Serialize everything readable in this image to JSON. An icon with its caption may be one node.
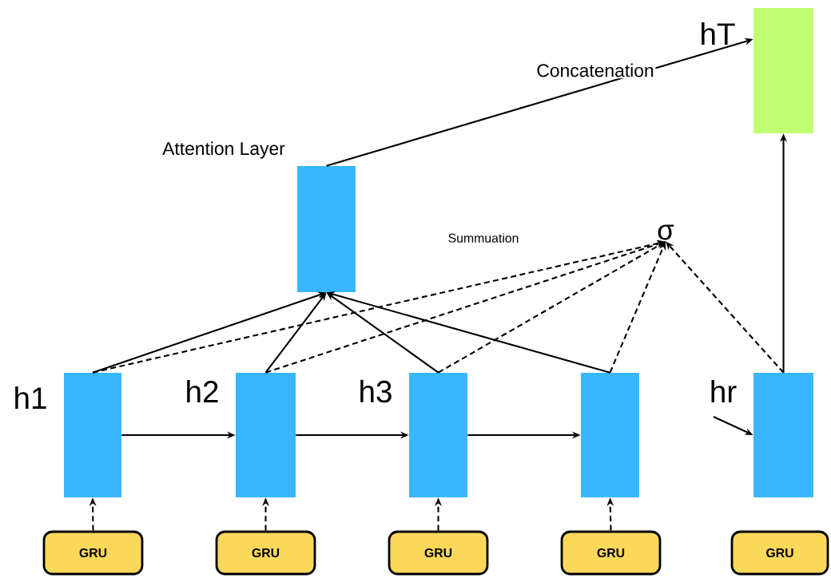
{
  "diagram": {
    "nodes": [
      {
        "text": [],
        "shape": "bar",
        "beside": [
          "Attention Layer"
        ]
      },
      {
        "text": [],
        "shape": "bar",
        "beside": [
          "hT"
        ]
      },
      {
        "text": [
          "σ"
        ]
      },
      {
        "text": [],
        "shape": "bar",
        "beside": [
          "h1"
        ]
      },
      {
        "text": [],
        "shape": "bar",
        "beside": [
          "h2"
        ]
      },
      {
        "text": [],
        "shape": "bar",
        "beside": [
          "h3"
        ]
      },
      {
        "text": [],
        "shape": "bar"
      },
      {
        "text": [],
        "shape": "bar",
        "beside": [
          "hr"
        ]
      },
      {
        "text": [
          "GRU"
        ]
      },
      {
        "text": [
          "GRU"
        ]
      },
      {
        "text": [
          "GRU"
        ]
      },
      {
        "text": [
          "GRU"
        ]
      },
      {
        "text": [
          "GRU"
        ]
      }
    ],
    "edges": [
      {
        "from": 8,
        "to": 3,
        "arrow": "to",
        "style": "dashed"
      },
      {
        "from": 9,
        "to": 4,
        "arrow": "to",
        "style": "dashed"
      },
      {
        "from": 10,
        "to": 5,
        "arrow": "to",
        "style": "dashed"
      },
      {
        "from": 11,
        "to": 6,
        "arrow": "to",
        "style": "dashed"
      },
      {
        "from": 3,
        "to": 4,
        "arrow": "to"
      },
      {
        "from": 4,
        "to": 5,
        "arrow": "to"
      },
      {
        "from": 5,
        "to": 6,
        "arrow": "to"
      },
      {
        "from": null,
        "to": 7,
        "arrow": "to"
      },
      {
        "from": 3,
        "to": 0,
        "arrow": "to"
      },
      {
        "from": 4,
        "to": 0,
        "arrow": "to"
      },
      {
        "from": 5,
        "to": 0,
        "arrow": "to"
      },
      {
        "from": 6,
        "to": 0,
        "arrow": "to"
      },
      {
        "from": 3,
        "to": 2,
        "arrow": "to",
        "style": "dashed"
      },
      {
        "from": 4,
        "to": 2,
        "arrow": "to",
        "style": "dashed"
      },
      {
        "from": 5,
        "to": 2,
        "arrow": "to",
        "style": "dashed"
      },
      {
        "from": 6,
        "to": 2,
        "arrow": "to",
        "style": "dashed"
      },
      {
        "from": 7,
        "to": 2,
        "arrow": "to",
        "style": "dashed"
      },
      {
        "from": 0,
        "to": 1,
        "arrow": "to",
        "label": "Concatenation"
      },
      {
        "from": 7,
        "to": 1,
        "arrow": "to"
      }
    ],
    "labels": [
      "Summuation"
    ]
  }
}
